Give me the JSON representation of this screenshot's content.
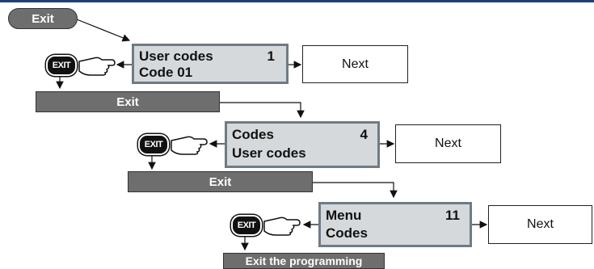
{
  "exit_start": "Exit",
  "exit_button_label": "EXIT",
  "step1": {
    "line1": "User codes",
    "num": "1",
    "line2": "Code 01",
    "next": "Next",
    "exit_bar": "Exit"
  },
  "step2": {
    "line1": "Codes",
    "num": "4",
    "line2": "User codes",
    "next": "Next",
    "exit_bar": "Exit"
  },
  "step3": {
    "line1": "Menu",
    "num": "11",
    "line2": "Codes",
    "next": "Next",
    "exit_bar": "Exit the programming"
  },
  "colors": {
    "top_rule": "#1f3f7a",
    "lcd_fill": "#d5d9dc",
    "lcd_border": "#6f7b84",
    "bar_fill": "#6e6e6e"
  }
}
